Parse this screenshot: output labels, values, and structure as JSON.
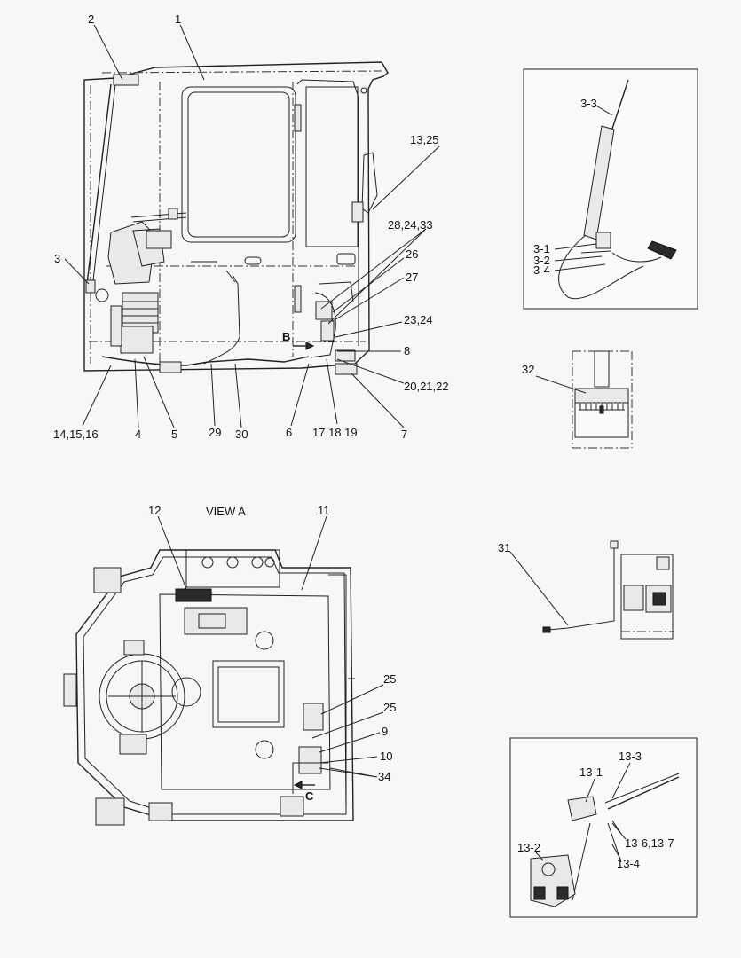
{
  "view_label": "VIEW A",
  "arrow_labels": {
    "b": "B",
    "c": "C"
  },
  "callouts_main": [
    "1",
    "2",
    "3",
    "4",
    "5",
    "6",
    "7",
    "8",
    "13,25",
    "14,15,16",
    "17,18,19",
    "20,21,22",
    "23,24",
    "26",
    "27",
    "28,24,33",
    "29",
    "30"
  ],
  "callouts_view_a": [
    "9",
    "10",
    "11",
    "12",
    "25",
    "25",
    "34"
  ],
  "detail_3": {
    "labels": [
      "3-1",
      "3-2",
      "3-3",
      "3-4"
    ]
  },
  "detail_32": {
    "label": "32"
  },
  "detail_31": {
    "label": "31"
  },
  "detail_13": {
    "labels": [
      "13-1",
      "13-2",
      "13-3",
      "13-4",
      "13-6,13-7"
    ]
  }
}
